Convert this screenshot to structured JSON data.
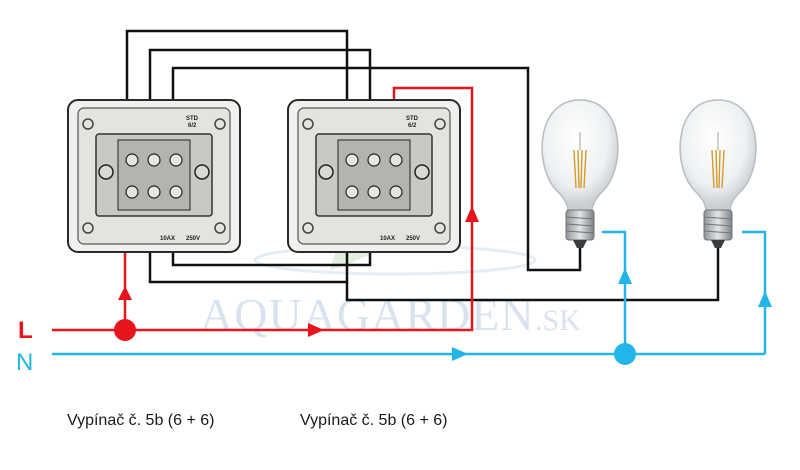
{
  "watermark": {
    "text": "AQUAGARDEN",
    "suffix": ".SK",
    "color": "#b9cde3"
  },
  "labels": {
    "line": "L",
    "neutral": "N"
  },
  "switches": [
    {
      "std_label_1": "STD",
      "std_label_2": "6/2",
      "rating_current": "10AX",
      "rating_voltage": "250V"
    },
    {
      "std_label_1": "STD",
      "std_label_2": "6/2",
      "rating_current": "10AX",
      "rating_voltage": "250V"
    }
  ],
  "captions": [
    "Vypínač č. 5b (6 + 6)",
    "Vypínač č. 5b (6 + 6)"
  ],
  "colors": {
    "line": "#e8141b",
    "neutral": "#22b6e8",
    "control": "#111111"
  },
  "icons": [
    "lightbulb-icon",
    "lightbulb-icon"
  ]
}
